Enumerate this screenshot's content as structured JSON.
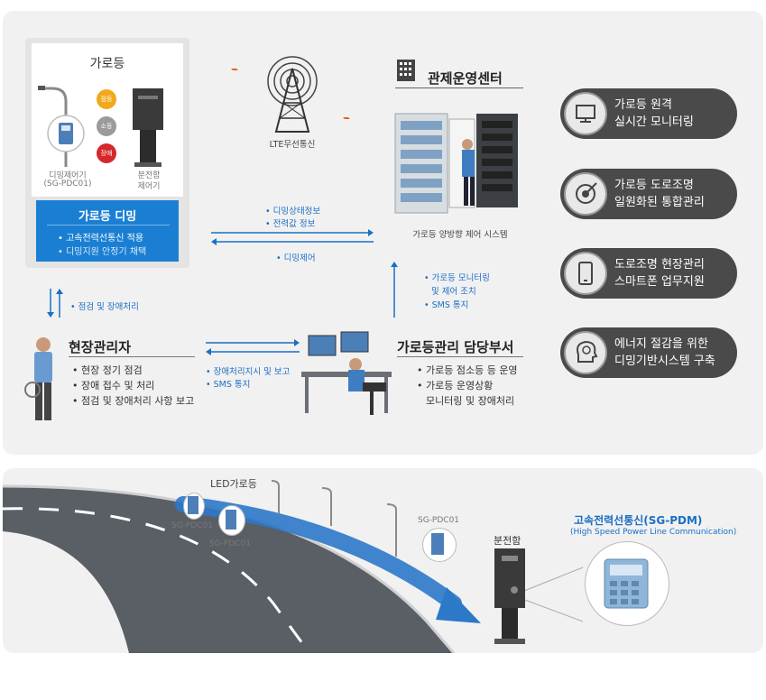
{
  "streetlight": {
    "title": "가로등",
    "status_on": "점등",
    "status_off": "소등",
    "status_fault": "장애",
    "controller_label_1": "디밍제어기",
    "controller_label_2": "(SG-PDC01)",
    "panel_label_1": "분전함",
    "panel_label_2": "제어기"
  },
  "dimming": {
    "title": "가로등 디밍",
    "items": [
      "• 고속전력선통신 적용",
      "• 디밍지원 안정기 채택"
    ]
  },
  "lte": {
    "label": "LTE무선통신"
  },
  "control_center": {
    "title": "관제운영센터",
    "system_label": "가로등 양방향 제어 시스템"
  },
  "flows": {
    "to_center": [
      "• 디밍상태정보",
      "• 전력값 정보"
    ],
    "to_lamp": "• 디밍제어",
    "lamp_field": "• 점검 및 장애처리",
    "center_dept": [
      "• 가로등 모니터링",
      "및 제어 조치",
      "• SMS 통지"
    ],
    "dept_field": [
      "• 장애처리지시 및 보고",
      "• SMS 통지"
    ]
  },
  "field_manager": {
    "title": "현장관리자",
    "items": [
      "• 현장 정기 점검",
      "• 장애 접수 및 처리",
      "• 점검 및 장애처리 사항 보고"
    ]
  },
  "department": {
    "title": "가로등관리 담당부서",
    "items": [
      "• 가로등 점소등 등 운영",
      "• 가로등 운영상황",
      "모니터링 및 장애처리"
    ]
  },
  "features": [
    {
      "icon": "monitor-icon",
      "line1": "가로등 원격",
      "line2": "실시간 모니터링"
    },
    {
      "icon": "target-icon",
      "line1": "가로등 도로조명",
      "line2": "일원화된 통합관리"
    },
    {
      "icon": "smartphone-icon",
      "line1": "도로조명 현장관리",
      "line2": "스마트폰 업무지원"
    },
    {
      "icon": "lightbulb-head-icon",
      "line1": "에너지 절감을 위한",
      "line2": "디밍기반시스템 구축"
    }
  ],
  "road": {
    "led_label": "LED가로등",
    "pdc_a": "SG-PDC01",
    "pdc_b": "SG-PDC01",
    "pdc_c": "SG-PDC01",
    "cabinet_label": "분전함",
    "plc_title": "고속전력선통신(SG-PDM)",
    "plc_subtitle": "(High Speed Power Line Communication)"
  },
  "colors": {
    "accent": "#1a7fd3",
    "dark_pill": "#4a4a4a",
    "arrow": "#1b6fc4",
    "on": "#f2a81d",
    "off": "#9b9b9b",
    "fault": "#d6282b"
  }
}
